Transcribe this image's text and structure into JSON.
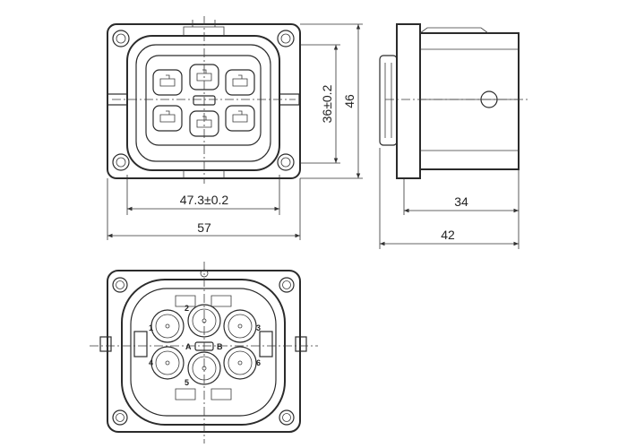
{
  "dimensions": {
    "inner_width": "47.3±0.2",
    "outer_width": "57",
    "inner_height": "36±0.2",
    "outer_height": "46",
    "side_depth_inner": "34",
    "side_depth_outer": "42"
  },
  "pins": [
    "1",
    "2",
    "3",
    "4",
    "5",
    "6"
  ],
  "polarity": {
    "a": "A",
    "b": "B"
  },
  "colors": {
    "line": "#2b2b2b",
    "background": "#ffffff"
  }
}
